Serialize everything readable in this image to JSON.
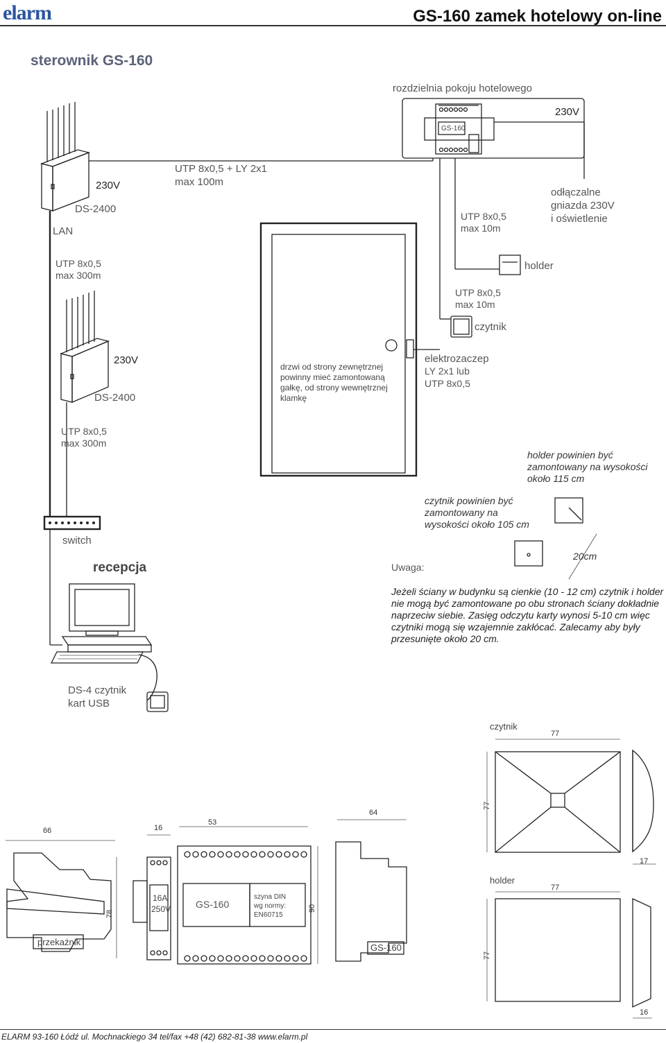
{
  "header": {
    "brand": "elarm",
    "title": "GS-160   zamek hotelowy on-line"
  },
  "page_title": "sterownik GS-160",
  "labels": {
    "rozdzielnia": "rozdzielnia pokoju hotelowego",
    "v230_top": "230V",
    "gs160_din": "GS-160",
    "v230_ds1": "230V",
    "ds2400_1": "DS-2400",
    "lan": "LAN",
    "utp_ly": "UTP 8x0,5 + LY 2x1",
    "max100": "max 100m",
    "utp_10a": "UTP 8x0,5",
    "max10a": "max 10m",
    "odl_1": "odłączalne",
    "odl_2": "gniazda 230V",
    "odl_3": "i  oświetlenie",
    "utp_300a": "UTP 8x0,5",
    "max300a": "max 300m",
    "holder": "holder",
    "utp_10b": "UTP 8x0,5",
    "max10b": "max 10m",
    "czytnik": "czytnik",
    "v230_ds2": "230V",
    "ds2400_2": "DS-2400",
    "drzwi_1": "drzwi od strony zewnętrznej",
    "drzwi_2": "powinny mieć zamontowaną",
    "drzwi_3": "gałkę, od strony wewnętrznej",
    "drzwi_4": "klamkę",
    "elektro_1": "elektrozaczep",
    "elektro_2": "LY 2x1 lub",
    "elektro_3": "UTP 8x0,5",
    "utp_300b": "UTP 8x0,5",
    "max300b": "max 300m",
    "holder_h1": "holder powinien być",
    "holder_h2": "zamontowany na wysokości",
    "holder_h3": "około 115 cm",
    "czyt_h1": "czytnik powinien być",
    "czyt_h2": "zamontowany na",
    "czyt_h3": "wysokości około 105 cm",
    "switch": "switch",
    "recepcja": "recepcja",
    "uwaga": "Uwaga:",
    "cm20": "20cm",
    "note": "Jeżeli ściany w budynku są cienkie (10 - 12 cm) czytnik i holder nie mogą być zamontowane po obu stronach ściany dokładnie naprzeciw siebie. Zasięg odczytu karty wynosi 5-10 cm więc czytniki mogą się wzajemnie zakłócać. Zalecamy aby były przesunięte około 20 cm.",
    "ds4_1": "DS-4 czytnik",
    "ds4_2": "kart USB"
  },
  "dimensions": {
    "czytnik_title": "czytnik",
    "czytnik_w": "77",
    "czytnik_h": "77",
    "holder_title": "holder",
    "holder_w": "77",
    "holder_h": "77",
    "holder_d": "17",
    "holder_d2": "16",
    "d66": "66",
    "d16": "16",
    "d53": "53",
    "d64": "64",
    "d78": "78",
    "d90": "90",
    "fuse_1": "16A",
    "fuse_2": "250V",
    "gs160_mod": "GS-160",
    "szyna_1": "szyna DIN",
    "szyna_2": "wg normy:",
    "szyna_3": "EN60715",
    "przekaznik": "przekaźnik",
    "gs160_side": "GS-160"
  },
  "footer": "ELARM 93-160 Łódź ul. Mochnackiego 34 tel/fax  +48 (42)  682-81-38  www.elarm.pl"
}
